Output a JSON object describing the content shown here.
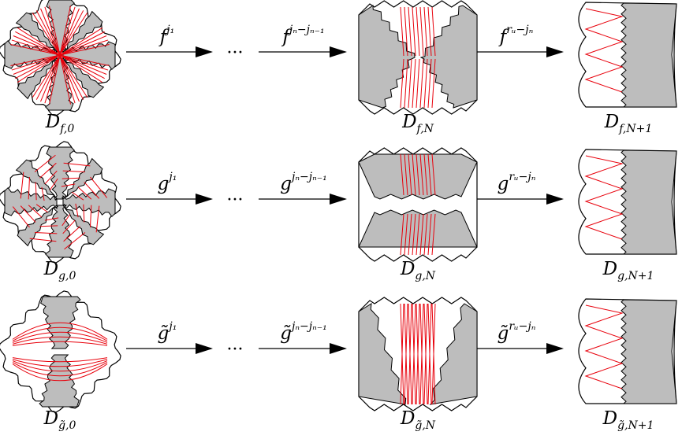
{
  "rows": [
    {
      "label_D0": {
        "base": "D",
        "sub": "f,0"
      },
      "label_DN": {
        "base": "D",
        "sub": "f,N"
      },
      "label_DN1": {
        "base": "D",
        "sub": "f,N+1"
      },
      "arrow1": {
        "base": "f",
        "sup": "j₁"
      },
      "arrow2": {
        "base": "f",
        "sup": "jₙ−jₙ₋₁"
      },
      "arrow3": {
        "base": "f",
        "sup": "rᵤ−jₙ"
      },
      "dots": "···"
    },
    {
      "label_D0": {
        "base": "D",
        "sub": "g,0"
      },
      "label_DN": {
        "base": "D",
        "sub": "g,N"
      },
      "label_DN1": {
        "base": "D",
        "sub": "g,N+1"
      },
      "arrow1": {
        "base": "g",
        "sup": "j₁"
      },
      "arrow2": {
        "base": "g",
        "sup": "jₙ−jₙ₋₁"
      },
      "arrow3": {
        "base": "g",
        "sup": "rᵤ−jₙ"
      },
      "dots": "···"
    },
    {
      "label_D0": {
        "base": "D",
        "sub": "g̃,0"
      },
      "label_DN": {
        "base": "D",
        "sub": "g̃,N"
      },
      "label_DN1": {
        "base": "D",
        "sub": "g̃,N+1"
      },
      "arrow1": {
        "base": "g̃",
        "sup": "j₁"
      },
      "arrow2": {
        "base": "g̃",
        "sup": "jₙ−jₙ₋₁"
      },
      "arrow3": {
        "base": "g̃",
        "sup": "rᵤ−jₙ"
      },
      "dots": "···"
    }
  ],
  "colors": {
    "fill_gray": "#bdbdbd",
    "chord_red": "#e8000b",
    "stroke": "#000000"
  }
}
